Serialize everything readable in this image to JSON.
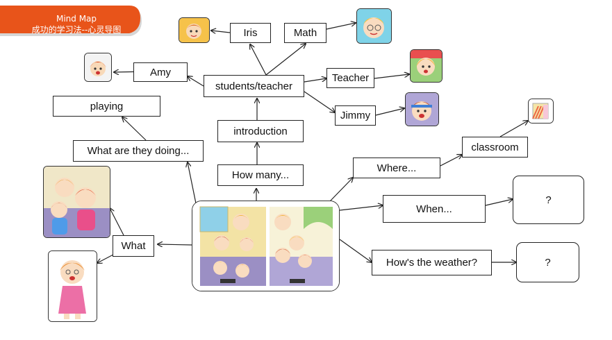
{
  "header": {
    "title": "Mind Map",
    "subtitle": "成功的学习法--心灵导图",
    "color": "#e8541a"
  },
  "nodes": {
    "iris": "Iris",
    "math": "Math",
    "amy": "Amy",
    "students_teacher": "students/teacher",
    "teacher": "Teacher",
    "jimmy": "Jimmy",
    "playing": "playing",
    "introduction": "introduction",
    "what_are_they_doing": "What are they doing...",
    "how_many": "How many...",
    "where": "Where...",
    "classroom": "classroom",
    "when": "When...",
    "when_answer": "?",
    "what": "What",
    "weather": "How's the weather?",
    "weather_answer": "?"
  },
  "pictures": [
    "iris-avatar",
    "math-avatar",
    "amy-avatar",
    "teacher-avatar",
    "jimmy-avatar",
    "classroom-image",
    "children-playing-image",
    "child-portrait-image",
    "classroom-scene-image"
  ]
}
